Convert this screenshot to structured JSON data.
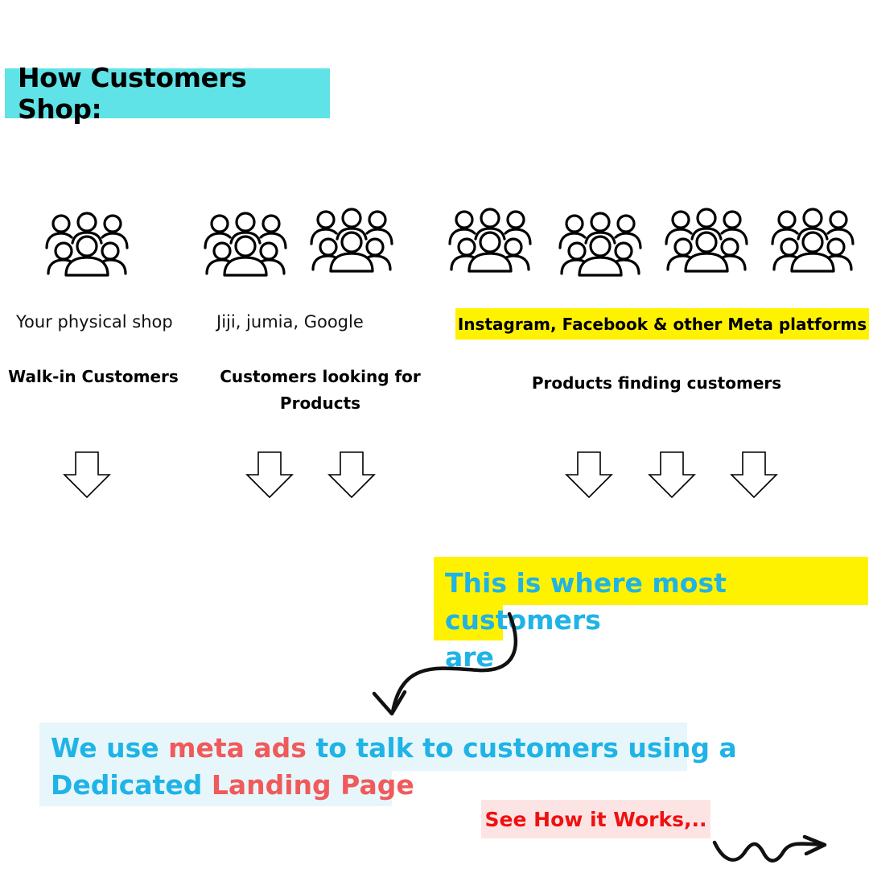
{
  "title": "How Customers Shop:",
  "columns": [
    {
      "source": "Your physical shop",
      "category": "Walk-in Customers"
    },
    {
      "source": "Jiji, jumia, Google",
      "category_line1": "Customers looking for",
      "category_line2": "Products"
    },
    {
      "source": "Instagram, Facebook & other Meta platforms",
      "category": "Products finding customers"
    }
  ],
  "callout": {
    "line1": "This is where most customers",
    "line2": "are"
  },
  "message": {
    "part1": "We use ",
    "highlight1": "meta ads",
    "part2": " to talk to customers using a",
    "part3": "Dedicated ",
    "highlight2": "Landing Page"
  },
  "cta": "See How it Works,..",
  "colors": {
    "title_bg": "#5fe3e7",
    "highlight_yellow": "#fff200",
    "text_blue": "#1fb3e6",
    "text_red": "#f05a5a",
    "cta_red": "#ee1111",
    "message_bg": "#e6f6fb",
    "cta_bg": "#fde4e4"
  },
  "icons": {
    "group": "people-group-icon",
    "arrow": "down-arrow-icon"
  }
}
